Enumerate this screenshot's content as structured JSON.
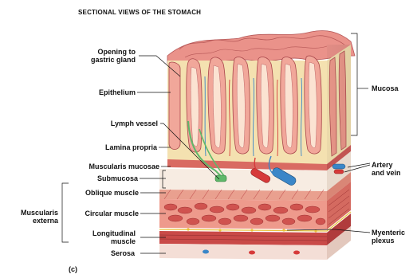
{
  "title": "SECTIONAL VIEWS OF THE STOMACH",
  "panel_label": "(c)",
  "labels": {
    "opening": [
      "Opening to",
      "gastric gland"
    ],
    "epithelium": "Epithelium",
    "lymph_vessel": "Lymph vessel",
    "lamina_propria": "Lamina propria",
    "muscularis_mucosae": "Muscularis mucosae",
    "submucosa": "Submucosa",
    "oblique_muscle": "Oblique muscle",
    "muscularis_externa": [
      "Muscularis",
      "externa"
    ],
    "circular_muscle": "Circular muscle",
    "longitudinal_muscle": [
      "Longitudinal",
      "muscle"
    ],
    "serosa": "Serosa",
    "mucosa": "Mucosa",
    "artery_vein": [
      "Artery",
      "and vein"
    ],
    "myenteric_plexus": [
      "Myenteric",
      "plexus"
    ]
  },
  "colors": {
    "mucosa_pink": "#e6857f",
    "mucosa_light": "#f6c9b8",
    "lamina_yellow": "#f4e1b0",
    "muscle_red": "#c94a48",
    "muscle_light": "#ee9a8c",
    "submucosa": "#f7ece2",
    "artery": "#d63a3a",
    "vein": "#3a86c8",
    "lymph": "#5fb86a"
  }
}
